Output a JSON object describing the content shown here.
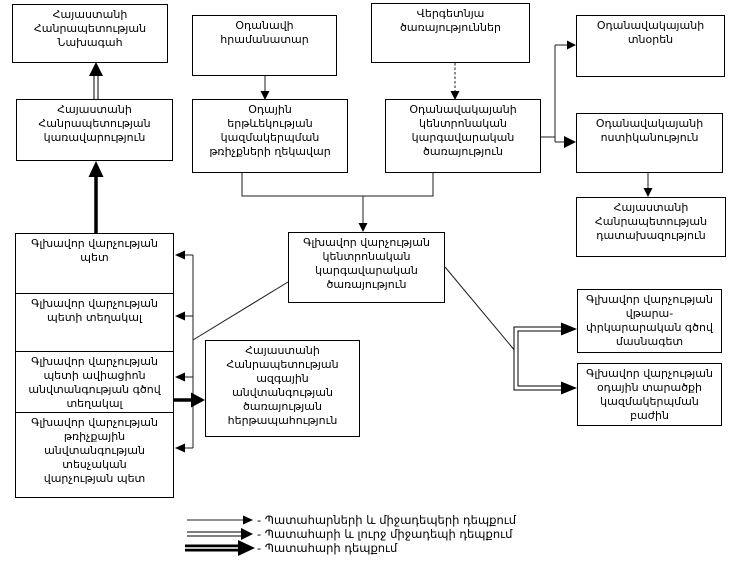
{
  "diagram": {
    "title": "Aviation accident notification scheme (Armenia)",
    "colors": {
      "line": "#000000",
      "box_border": "#000000",
      "background": "#ffffff",
      "text": "#000000"
    },
    "nodes": {
      "president": {
        "label": "Հայաստանի\nՀանրապետության\nՆախագահ"
      },
      "government": {
        "label": "Հայաստանի\nՀանրապետության\nկառավարություն"
      },
      "aircraft_commander": {
        "label": "Օդանավի\nհրամանատար"
      },
      "atc_flight_manager": {
        "label": "Օդային\nերթևեկության\nկազմակերպման\nթռիչքների ղեկավար"
      },
      "ground_services": {
        "label": "Վերգետնյա\nծառայություններ"
      },
      "airport_dispatch": {
        "label": "Օդանավակայանի\nկենտրոնական\nկարգավարական\nծառայություն"
      },
      "airport_director": {
        "label": "Օդանավակայանի\nտնօրեն"
      },
      "airport_police": {
        "label": "Օդանավակայանի\nոստիկանություն"
      },
      "prosecutor": {
        "label": "Հայաստանի\nՀանրապետության\nդատախազություն"
      },
      "main_dispatch": {
        "label": "Գլխավոր վարչության\nկենտրոնական\nկարգավարական\nծառայություն"
      },
      "gd_chief": {
        "label": "Գլխավոր վարչության\nպետ"
      },
      "gd_deputy_chief": {
        "label": "Գլխավոր վարչության\nպետի տեղակալ"
      },
      "gd_aviation_security_deputy": {
        "label": "Գլխավոր վարչության\nպետի ավիացիոն\nանվտանգության գծով\nտեղակալ"
      },
      "gd_flight_safety_inspection_head": {
        "label": "Գլխավոր վարչության\nթռիչքային\nանվտանգության\nտեսչական\nվարչության պետ"
      },
      "nss_duty": {
        "label": "Հայաստանի\nՀանրապետության\nազգային\nանվտանգության\nծառայության\nհերթապահություն"
      },
      "gd_rescue_specialist": {
        "label": "Գլխավոր վարչության\nվթարա-\nփրկարարական գծով\nմասնագետ"
      },
      "gd_airspace_division": {
        "label": "Գլխավոր վարչության\nօդային տարածքի\nկազմակերպման\nբաժին"
      }
    },
    "edges": [
      {
        "from": "gd_chief",
        "to": "government",
        "style": "accident"
      },
      {
        "from": "government",
        "to": "president",
        "style": "accident_serious_incident"
      },
      {
        "from": "aircraft_commander",
        "to": "atc_flight_manager",
        "style": "accidents_incidents"
      },
      {
        "from": "ground_services",
        "to": "airport_dispatch",
        "style": "accidents_incidents"
      },
      {
        "from": "atc_flight_manager",
        "to": "main_dispatch",
        "style": "accidents_incidents"
      },
      {
        "from": "airport_dispatch",
        "to": "main_dispatch",
        "style": "accidents_incidents"
      },
      {
        "from": "airport_dispatch",
        "to": "airport_director",
        "style": "accidents_incidents"
      },
      {
        "from": "airport_dispatch",
        "to": "airport_police",
        "style": "accidents_incidents"
      },
      {
        "from": "airport_police",
        "to": "prosecutor",
        "style": "accidents_incidents"
      },
      {
        "from": "main_dispatch",
        "to": "gd_chief",
        "style": "accidents_incidents"
      },
      {
        "from": "main_dispatch",
        "to": "gd_deputy_chief",
        "style": "accidents_incidents"
      },
      {
        "from": "main_dispatch",
        "to": "gd_aviation_security_deputy",
        "style": "accidents_incidents"
      },
      {
        "from": "main_dispatch",
        "to": "gd_flight_safety_inspection_head",
        "style": "accidents_incidents"
      },
      {
        "from": "main_dispatch",
        "to": "gd_rescue_specialist",
        "style": "accident_serious_incident"
      },
      {
        "from": "main_dispatch",
        "to": "gd_airspace_division",
        "style": "accident_serious_incident"
      },
      {
        "from": "gd_aviation_security_deputy",
        "to": "nss_duty",
        "style": "accident"
      }
    ],
    "legend": {
      "items": [
        {
          "style": "accidents_incidents",
          "label": "- Պատահարների և միջադեպերի դեպքում"
        },
        {
          "style": "accident_serious_incident",
          "label": "- Պատահարի և լուրջ միջադեպի դեպքում"
        },
        {
          "style": "accident",
          "label": "- Պատահարի դեպքում"
        }
      ]
    }
  }
}
